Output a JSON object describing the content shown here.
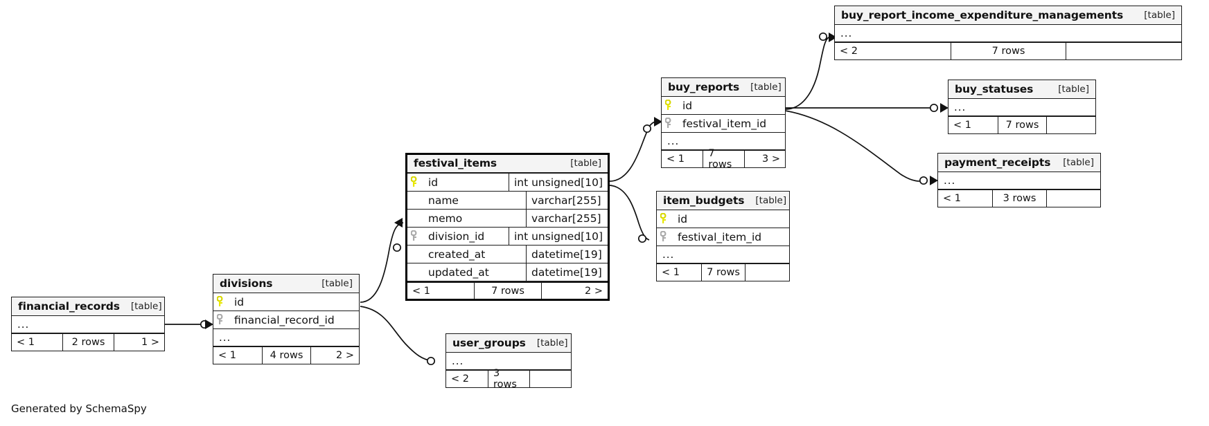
{
  "diagram": {
    "kind": "entity-relationship-diagram",
    "generator_credit": "Generated by SchemaSpy",
    "table_tag": "[table]",
    "ellipsis": "...",
    "background_color": "#ffffff",
    "border_color": "#1a1a1a",
    "header_fill": "#f4f4f4",
    "primary_key_color": "#e8e800",
    "foreign_key_color": "#aaaaaa"
  },
  "tables": {
    "financial_records": {
      "name": "financial_records",
      "tag": "[table]",
      "ellipsis": "...",
      "footer": {
        "left": "< 1",
        "center": "2 rows",
        "right": "1 >"
      }
    },
    "divisions": {
      "name": "divisions",
      "tag": "[table]",
      "columns": [
        {
          "key": "primary",
          "name": "id",
          "type": ""
        },
        {
          "key": "foreign",
          "name": "financial_record_id",
          "type": ""
        }
      ],
      "ellipsis": "...",
      "footer": {
        "left": "< 1",
        "center": "4 rows",
        "right": "2 >"
      }
    },
    "festival_items": {
      "name": "festival_items",
      "tag": "[table]",
      "columns": [
        {
          "key": "primary",
          "name": "id",
          "type": "int unsigned[10]"
        },
        {
          "key": "none",
          "name": "name",
          "type": "varchar[255]"
        },
        {
          "key": "none",
          "name": "memo",
          "type": "varchar[255]"
        },
        {
          "key": "foreign",
          "name": "division_id",
          "type": "int unsigned[10]"
        },
        {
          "key": "none",
          "name": "created_at",
          "type": "datetime[19]"
        },
        {
          "key": "none",
          "name": "updated_at",
          "type": "datetime[19]"
        }
      ],
      "footer": {
        "left": "< 1",
        "center": "7 rows",
        "right": "2 >"
      }
    },
    "user_groups": {
      "name": "user_groups",
      "tag": "[table]",
      "ellipsis": "...",
      "footer": {
        "left": "< 2",
        "center": "3 rows",
        "right": ""
      }
    },
    "buy_reports": {
      "name": "buy_reports",
      "tag": "[table]",
      "columns": [
        {
          "key": "primary",
          "name": "id",
          "type": ""
        },
        {
          "key": "foreign",
          "name": "festival_item_id",
          "type": ""
        }
      ],
      "ellipsis": "...",
      "footer": {
        "left": "< 1",
        "center": "7 rows",
        "right": "3 >"
      }
    },
    "item_budgets": {
      "name": "item_budgets",
      "tag": "[table]",
      "columns": [
        {
          "key": "primary",
          "name": "id",
          "type": ""
        },
        {
          "key": "foreign",
          "name": "festival_item_id",
          "type": ""
        }
      ],
      "ellipsis": "...",
      "footer": {
        "left": "< 1",
        "center": "7 rows",
        "right": ""
      }
    },
    "buy_report_income_expenditure_managements": {
      "name": "buy_report_income_expenditure_managements",
      "tag": "[table]",
      "ellipsis": "...",
      "footer": {
        "left": "< 2",
        "center": "7 rows",
        "right": ""
      }
    },
    "buy_statuses": {
      "name": "buy_statuses",
      "tag": "[table]",
      "ellipsis": "...",
      "footer": {
        "left": "< 1",
        "center": "7 rows",
        "right": ""
      }
    },
    "payment_receipts": {
      "name": "payment_receipts",
      "tag": "[table]",
      "ellipsis": "...",
      "footer": {
        "left": "< 1",
        "center": "3 rows",
        "right": ""
      }
    }
  },
  "relationships": [
    {
      "from": "financial_records",
      "to": "divisions"
    },
    {
      "from": "divisions",
      "to": "festival_items"
    },
    {
      "from": "divisions",
      "to": "user_groups"
    },
    {
      "from": "festival_items",
      "to": "buy_reports"
    },
    {
      "from": "festival_items",
      "to": "item_budgets"
    },
    {
      "from": "buy_reports",
      "to": "buy_report_income_expenditure_managements"
    },
    {
      "from": "buy_reports",
      "to": "buy_statuses"
    },
    {
      "from": "buy_reports",
      "to": "payment_receipts"
    }
  ]
}
